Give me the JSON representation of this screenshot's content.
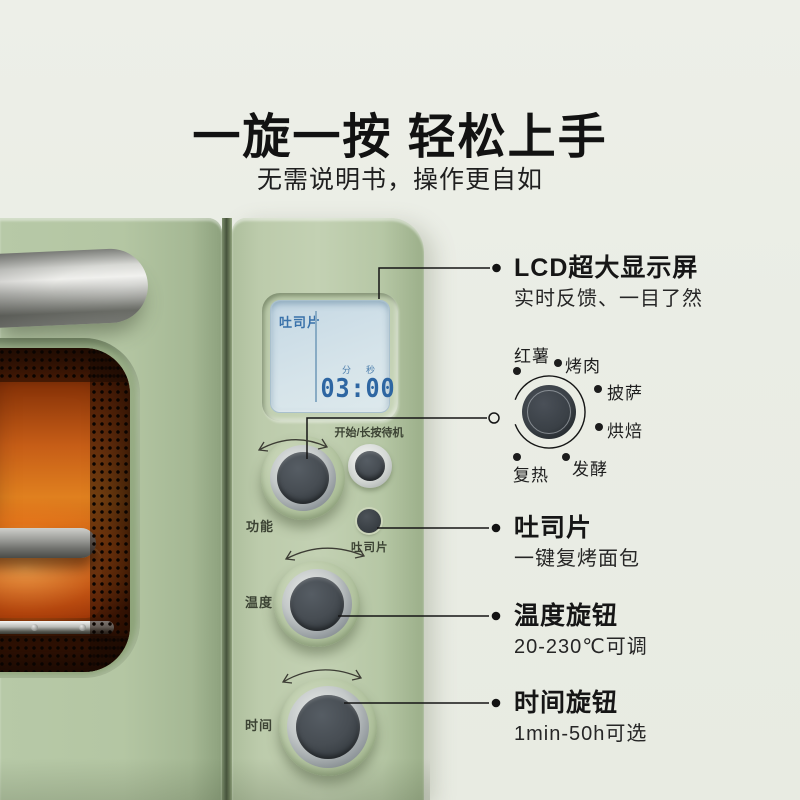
{
  "header": {
    "title": "一旋一按 轻松上手",
    "subtitle": "无需说明书，操作更自如"
  },
  "oven": {
    "lcd": {
      "mode": "吐司片",
      "minute_label": "分",
      "second_label": "秒",
      "time": "03:00"
    },
    "start_button_label": "开始/长按待机",
    "toast_button_label": "吐司片",
    "knob_labels": {
      "function": "功能",
      "temperature": "温度",
      "time": "时间"
    }
  },
  "dial": {
    "options": [
      "红薯",
      "烤肉",
      "披萨",
      "烘焙",
      "发酵",
      "复热"
    ]
  },
  "annotations": [
    {
      "title": "LCD超大显示屏",
      "subtitle": "实时反馈、一目了然"
    },
    {
      "title": "吐司片",
      "subtitle": "一键复烤面包"
    },
    {
      "title": "温度旋钮",
      "subtitle": "20-230℃可调"
    },
    {
      "title": "时间旋钮",
      "subtitle": "1min-50h可选"
    }
  ],
  "colors": {
    "background": "#eaede5",
    "body_green": "#b7c8a6",
    "panel_green": "#c0ceb0",
    "lcd_blue": "#2e66a2",
    "glow_orange": "#e0801f",
    "callout_black": "#151515"
  }
}
